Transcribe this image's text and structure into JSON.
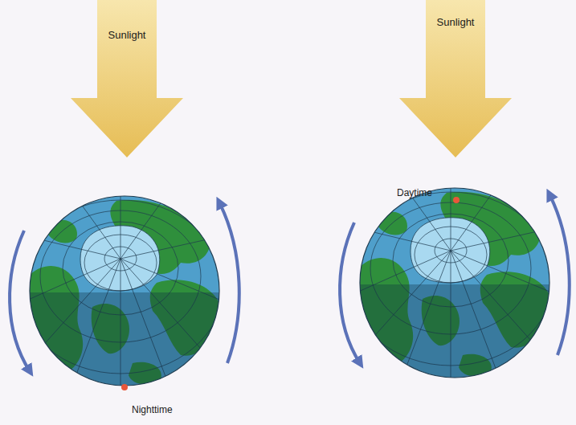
{
  "diagram": {
    "nodes": [
      {
        "text": [
          "Sunlight"
        ]
      },
      {
        "text": [
          "Sunlight"
        ]
      }
    ],
    "labels": [
      "Daytime",
      "Nighttime"
    ]
  }
}
